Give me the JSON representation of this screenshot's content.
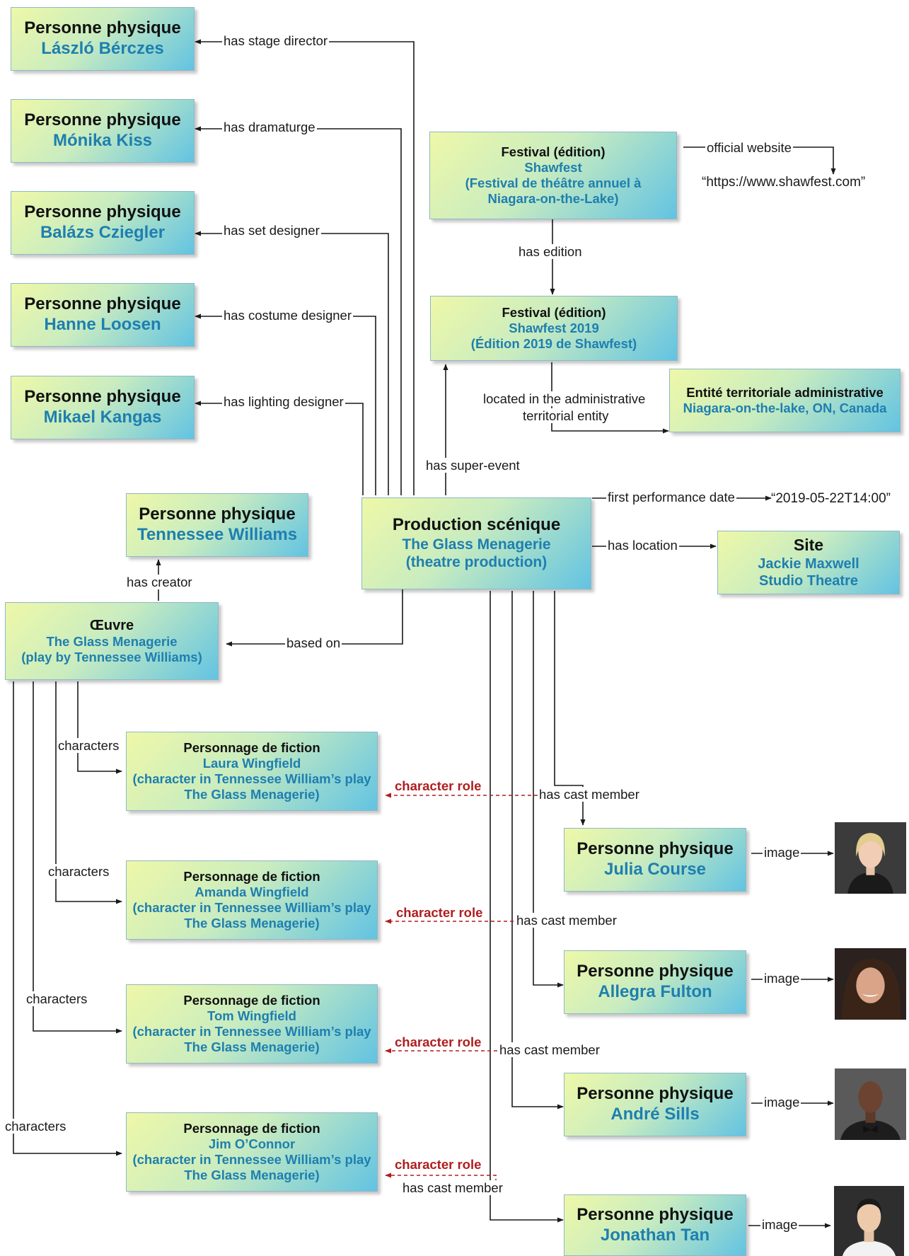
{
  "nodes": {
    "berczes": {
      "type": "Personne physique",
      "label": "László Bérczes"
    },
    "kiss": {
      "type": "Personne physique",
      "label": "Mónika Kiss"
    },
    "cziegler": {
      "type": "Personne physique",
      "label": "Balázs Cziegler"
    },
    "loosen": {
      "type": "Personne physique",
      "label": "Hanne Loosen"
    },
    "kangas": {
      "type": "Personne physique",
      "label": "Mikael Kangas"
    },
    "williams": {
      "type": "Personne physique",
      "label": "Tennessee Williams"
    },
    "festival": {
      "type": "Festival (édition)",
      "label": [
        "Shawfest",
        "(Festival de théâtre annuel à",
        "Niagara-on-the-Lake)"
      ]
    },
    "edition": {
      "type": "Festival (édition)",
      "label": [
        "Shawfest 2019",
        "(Édition 2019 de Shawfest)"
      ]
    },
    "territory": {
      "type": "Entité territoriale administrative",
      "label": "Niagara-on-the-lake, ON, Canada"
    },
    "production": {
      "type": "Production scénique",
      "label": [
        "The Glass Menagerie",
        "(theatre production)"
      ]
    },
    "site": {
      "type": "Site",
      "label": [
        "Jackie Maxwell",
        "Studio Theatre"
      ]
    },
    "oeuvre": {
      "type": "Œuvre",
      "label": [
        "The Glass Menagerie",
        "(play by Tennessee Williams)"
      ]
    },
    "laura": {
      "type": "Personnage de fiction",
      "label": [
        "Laura Wingfield",
        "(character in Tennessee William’s play",
        "The Glass Menagerie)"
      ]
    },
    "amanda": {
      "type": "Personnage de fiction",
      "label": [
        "Amanda Wingfield",
        "(character in Tennessee William’s play",
        "The Glass Menagerie)"
      ]
    },
    "tom": {
      "type": "Personnage de fiction",
      "label": [
        "Tom Wingfield",
        "(character in Tennessee William’s play",
        "The Glass Menagerie)"
      ]
    },
    "jim": {
      "type": "Personnage de fiction",
      "label": [
        "Jim O’Connor",
        "(character in Tennessee William’s play",
        "The Glass Menagerie)"
      ]
    },
    "julia": {
      "type": "Personne physique",
      "label": "Julia Course"
    },
    "allegra": {
      "type": "Personne physique",
      "label": "Allegra Fulton"
    },
    "andre": {
      "type": "Personne physique",
      "label": "André Sills"
    },
    "jonathan": {
      "type": "Personne physique",
      "label": "Jonathan Tan"
    }
  },
  "edges": {
    "stage_director": "has stage director",
    "dramaturge": "has dramaturge",
    "set_designer": "has set designer",
    "costume_designer": "has costume designer",
    "lighting_designer": "has lighting designer",
    "official_website": "official website",
    "has_edition": "has edition",
    "located_in": [
      "located in the administrative",
      "territorial entity"
    ],
    "super_event": "has super-event",
    "first_performance": "first performance date",
    "has_location": "has location",
    "has_creator": "has creator",
    "based_on": "based on",
    "characters": "characters",
    "character_role": "character role",
    "has_cast_member": "has cast member",
    "image": "image"
  },
  "literals": {
    "website": "“https://www.shawfest.com”",
    "date": "“2019-05-22T14:00”"
  },
  "colors": {
    "edge": "#1a1a1a",
    "character_role": "#b01e1e",
    "node_type": "#111111",
    "node_label": "#1e7fb0"
  },
  "images": [
    "portrait-photo-julia-course",
    "portrait-photo-allegra-fulton",
    "portrait-photo-andre-sills",
    "portrait-photo-jonathan-tan"
  ]
}
